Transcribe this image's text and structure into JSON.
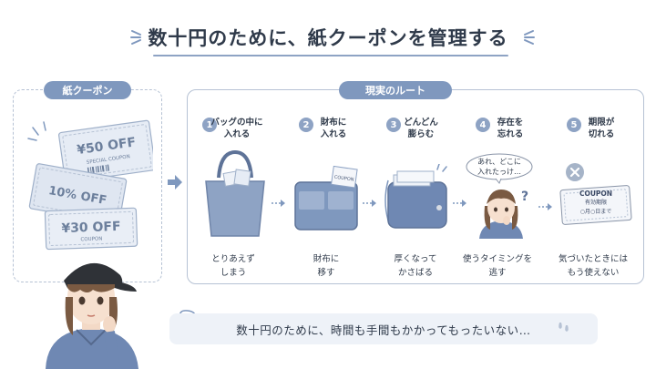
{
  "title": "数十円のために、紙クーポンを管理する",
  "left_panel": {
    "label": "紙クーポン",
    "coupons": [
      {
        "main": "¥50 OFF",
        "sub": "SPECIAL COUPON"
      },
      {
        "main": "10% OFF",
        "sub": ""
      },
      {
        "main": "¥30 OFF",
        "sub": "COUPON"
      }
    ]
  },
  "right_panel": {
    "label": "現実のルート",
    "steps": [
      {
        "num": "1",
        "label_1": "バッグの中に",
        "label_2": "入れる",
        "caption_1": "とりあえず",
        "caption_2": "しまう"
      },
      {
        "num": "2",
        "label_1": "財布に",
        "label_2": "入れる",
        "caption_1": "財布に",
        "caption_2": "移す",
        "illustration_text": "COUPON"
      },
      {
        "num": "3",
        "label_1": "どんどん",
        "label_2": "膨らむ",
        "caption_1": "厚くなって",
        "caption_2": "かさばる"
      },
      {
        "num": "4",
        "label_1": "存在を",
        "label_2": "忘れる",
        "caption_1": "使うタイミングを",
        "caption_2": "逃す",
        "bubble_1": "あれ、どこに",
        "bubble_2": "入れたっけ…",
        "mark": "?"
      },
      {
        "num": "5",
        "label_1": "期限が",
        "label_2": "切れる",
        "caption_1": "気づいたときには",
        "caption_2": "もう使えない",
        "coupon_title": "COUPON",
        "coupon_line_1": "有効期限",
        "coupon_line_2": "○月○日まで"
      }
    ]
  },
  "bottom_message": "数十円のために、時間も手間もかかってもったいない…",
  "colors": {
    "accent": "#8ea3c4",
    "pill": "#7f98be",
    "text": "#2f3a4a",
    "soft_bg": "#eef2f8"
  }
}
